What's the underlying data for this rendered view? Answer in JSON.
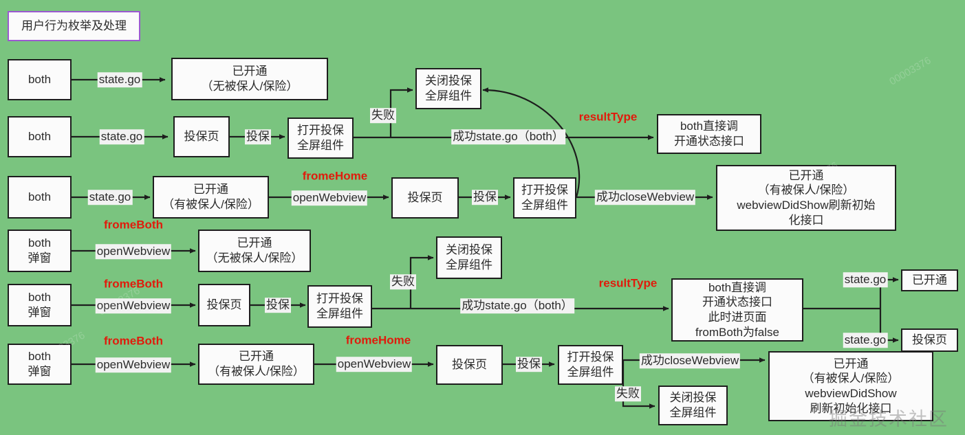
{
  "diagram": {
    "title": "用户行为枚举及处理",
    "background_color": "#7ac47f",
    "node_fill": "#fbfbfb",
    "node_border": "#1d1d1d",
    "title_border": "#9b59d0",
    "accent_color": "#e01b0c",
    "watermark": "掘金技术社区"
  },
  "nodes": {
    "r1_both": "both",
    "r1_open_no": "已开通\n（无被保人/保险）",
    "r1_close_comp": "关闭投保\n全屏组件",
    "r2_both": "both",
    "r2_page": "投保页",
    "r2_open_comp": "打开投保\n全屏组件",
    "r2_both_call": "both直接调\n开通状态接口",
    "r3_both": "both",
    "r3_open_has": "已开通\n（有被保人/保险）",
    "r3_page": "投保页",
    "r3_open_comp": "打开投保\n全屏组件",
    "r3_open_refresh": "已开通\n（有被保人/保险）\nwebviewDidShow刷新初始\n化接口",
    "r4_both_popup": "both\n弹窗",
    "r4_open_no": "已开通\n（无被保人/保险）",
    "r5_close_comp": "关闭投保\n全屏组件",
    "r5_both_popup": "both\n弹窗",
    "r5_page": "投保页",
    "r5_open_comp": "打开投保\n全屏组件",
    "r5_both_call": "both直接调\n开通状态接口\n此时进页面\nfromBoth为false",
    "r5_open_small": "已开通",
    "r5_page_small": "投保页",
    "r6_both_popup": "both\n弹窗",
    "r6_open_has": "已开通\n（有被保人/保险）",
    "r6_page": "投保页",
    "r6_open_comp": "打开投保\n全屏组件",
    "r6_close_comp": "关闭投保\n全屏组件",
    "r6_open_refresh": "已开通\n（有被保人/保险）\nwebviewDidShow\n刷新初始化接口"
  },
  "edge_labels": {
    "e1_state_go": "state.go",
    "e2_state_go": "state.go",
    "e2_toubao": "投保",
    "e2_fail": "失败",
    "e2_success": "成功state.go（both）",
    "e3_state_go": "state.go",
    "e3_open_webview": "openWebview",
    "e3_toubao": "投保",
    "e3_success_close": "成功closeWebview",
    "e4_open_webview": "openWebview",
    "e5_open_webview": "openWebview",
    "e5_toubao": "投保",
    "e5_fail": "失败",
    "e5_success": "成功state.go（both）",
    "e5_state_go_top": "state.go",
    "e5_state_go_bottom": "state.go",
    "e6_open_webview": "openWebview",
    "e6_open_webview2": "openWebview",
    "e6_toubao": "投保",
    "e6_success_close": "成功closeWebview",
    "e6_fail": "失败"
  },
  "accent_labels": {
    "a_result_type_1": "resultType",
    "a_frome_home_1": "fromeHome",
    "a_frome_both_1": "fromeBoth",
    "a_frome_both_2": "fromeBoth",
    "a_result_type_2": "resultType",
    "a_frome_both_3": "fromeBoth",
    "a_frome_home_2": "fromeHome"
  }
}
